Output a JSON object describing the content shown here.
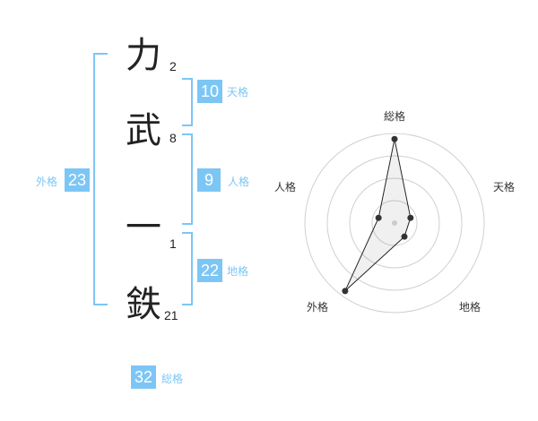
{
  "name_chars": [
    {
      "char": "力",
      "strokes": "2"
    },
    {
      "char": "武",
      "strokes": "8"
    },
    {
      "char": "一",
      "strokes": "1"
    },
    {
      "char": "鉄",
      "strokes": "21"
    }
  ],
  "fortunes": {
    "tenkaku": {
      "value": "10",
      "label": "天格"
    },
    "jinkaku": {
      "value": "9",
      "label": "人格"
    },
    "chikaku": {
      "value": "22",
      "label": "地格"
    },
    "gaikaku": {
      "value": "23",
      "label": "外格"
    },
    "soukaku": {
      "value": "32",
      "label": "総格"
    }
  },
  "colors": {
    "accent": "#7cc6f5",
    "text": "#222222",
    "grid": "#cccccc"
  },
  "chart_data": {
    "type": "radar",
    "axes": [
      "総格",
      "天格",
      "地格",
      "外格",
      "人格"
    ],
    "rings": 4,
    "max": 4,
    "values": [
      3.75,
      0.75,
      0.75,
      3.75,
      0.75
    ]
  }
}
